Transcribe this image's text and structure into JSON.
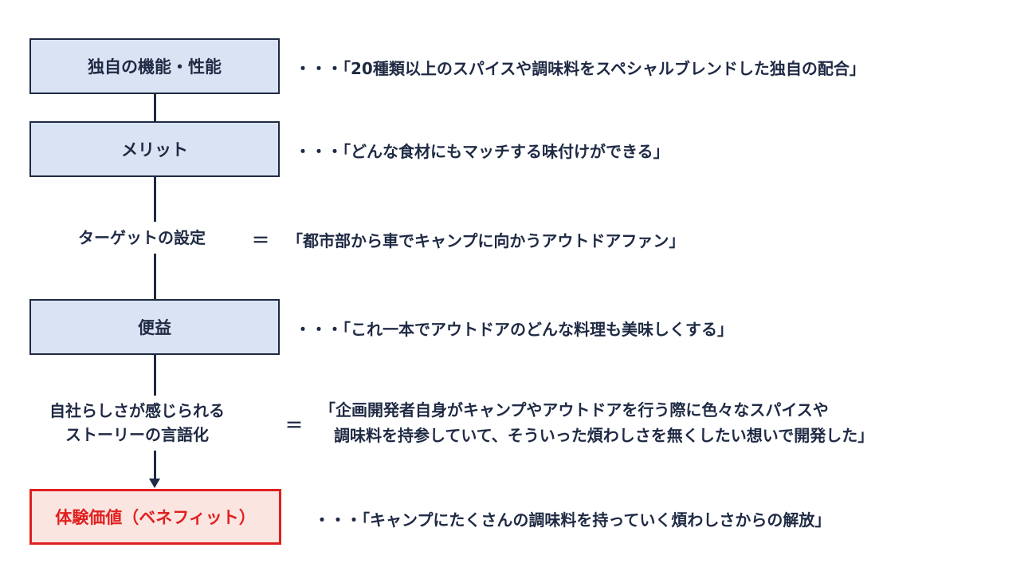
{
  "colors": {
    "navy": "#1f2a44",
    "box_fill": "#dae3f3",
    "highlight_red": "#e02020",
    "highlight_fill": "#fbe5e0"
  },
  "boxes": {
    "unique_features": "独自の機能・性能",
    "merit": "メリット",
    "benefit": "便益",
    "experience_value": "体験価値（ベネフィット）"
  },
  "descriptions": {
    "unique_features": "・・・「20種類以上のスパイスや調味料をスペシャルブレンドした独自の配合」",
    "merit": "・・・「どんな食材にもマッチする味付けができる」",
    "benefit": "・・・「これ一本でアウトドアのどんな料理も美味しくする」",
    "experience_value": "・・・「キャンプにたくさんの調味料を持っていく煩わしさからの解放」"
  },
  "target": {
    "label": "ターゲットの設定",
    "equals": "＝",
    "value": "「都市部から車でキャンプに向かうアウトドアファン」"
  },
  "story": {
    "label_line1": "自社らしさが感じられる",
    "label_line2": "ストーリーの言語化",
    "equals": "＝",
    "value_line1": "「企画開発者自身がキャンプやアウトドアを行う際に色々なスパイスや",
    "value_line2": "調味料を持参していて、そういった煩わしさを無くしたい想いで開発した」"
  }
}
